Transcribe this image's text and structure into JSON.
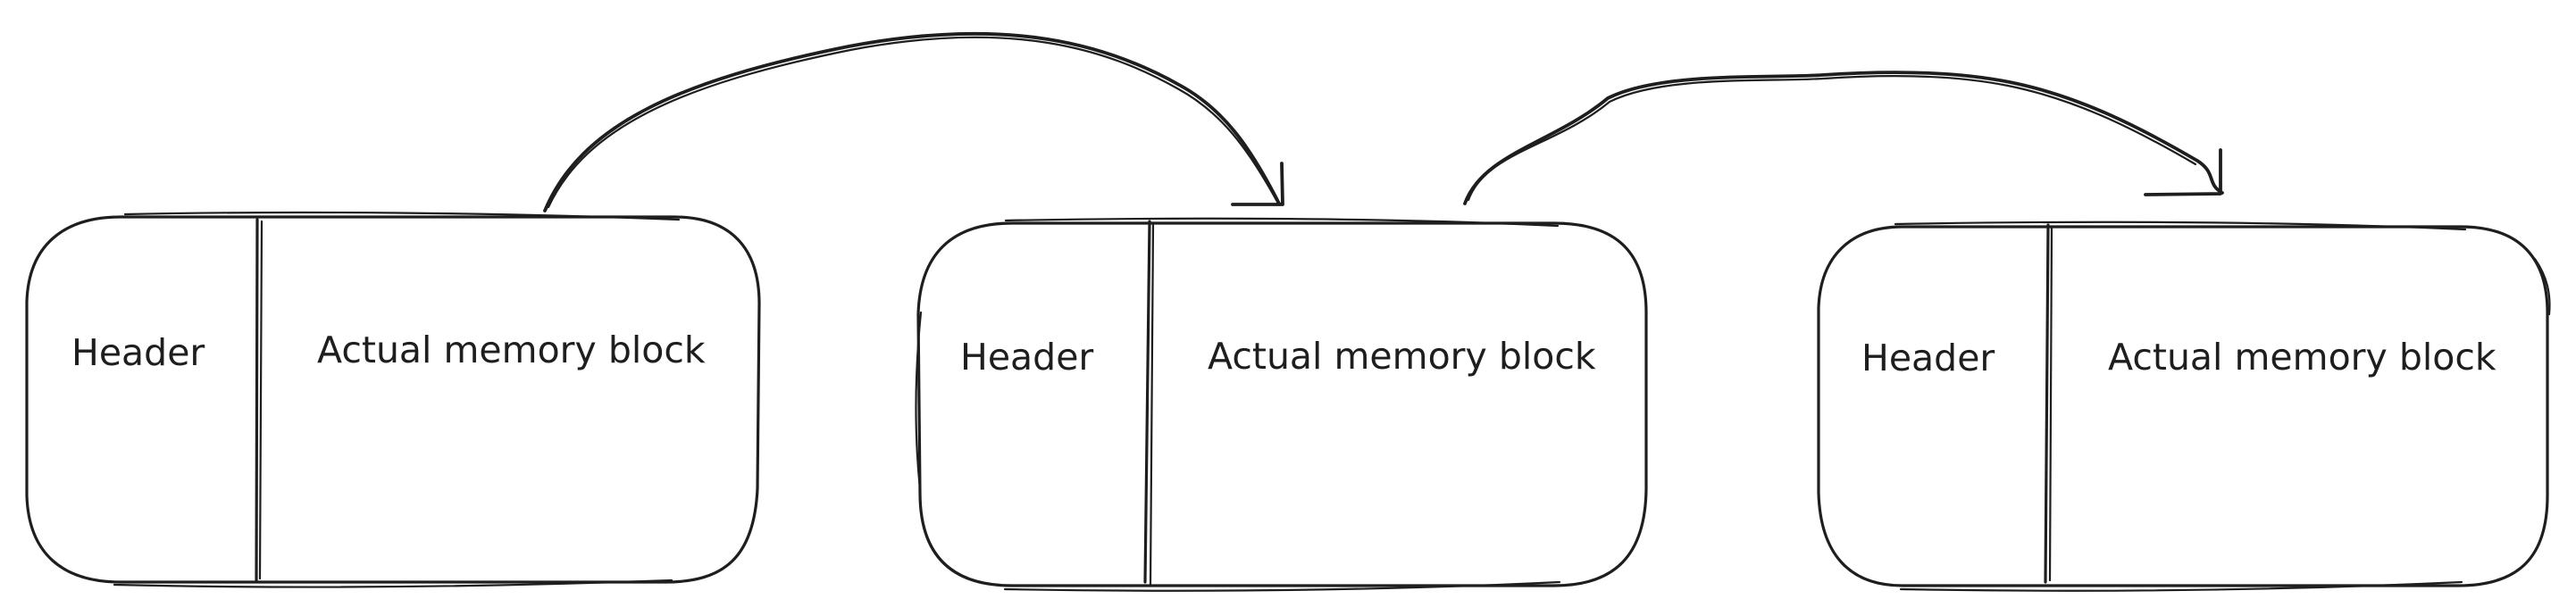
{
  "blocks": [
    {
      "header_label": "Header",
      "body_label": "Actual memory block"
    },
    {
      "header_label": "Header",
      "body_label": "Actual memory block"
    },
    {
      "header_label": "Header",
      "body_label": "Actual memory block"
    }
  ],
  "colors": {
    "stroke": "#1e1e1e",
    "background": "#ffffff"
  }
}
